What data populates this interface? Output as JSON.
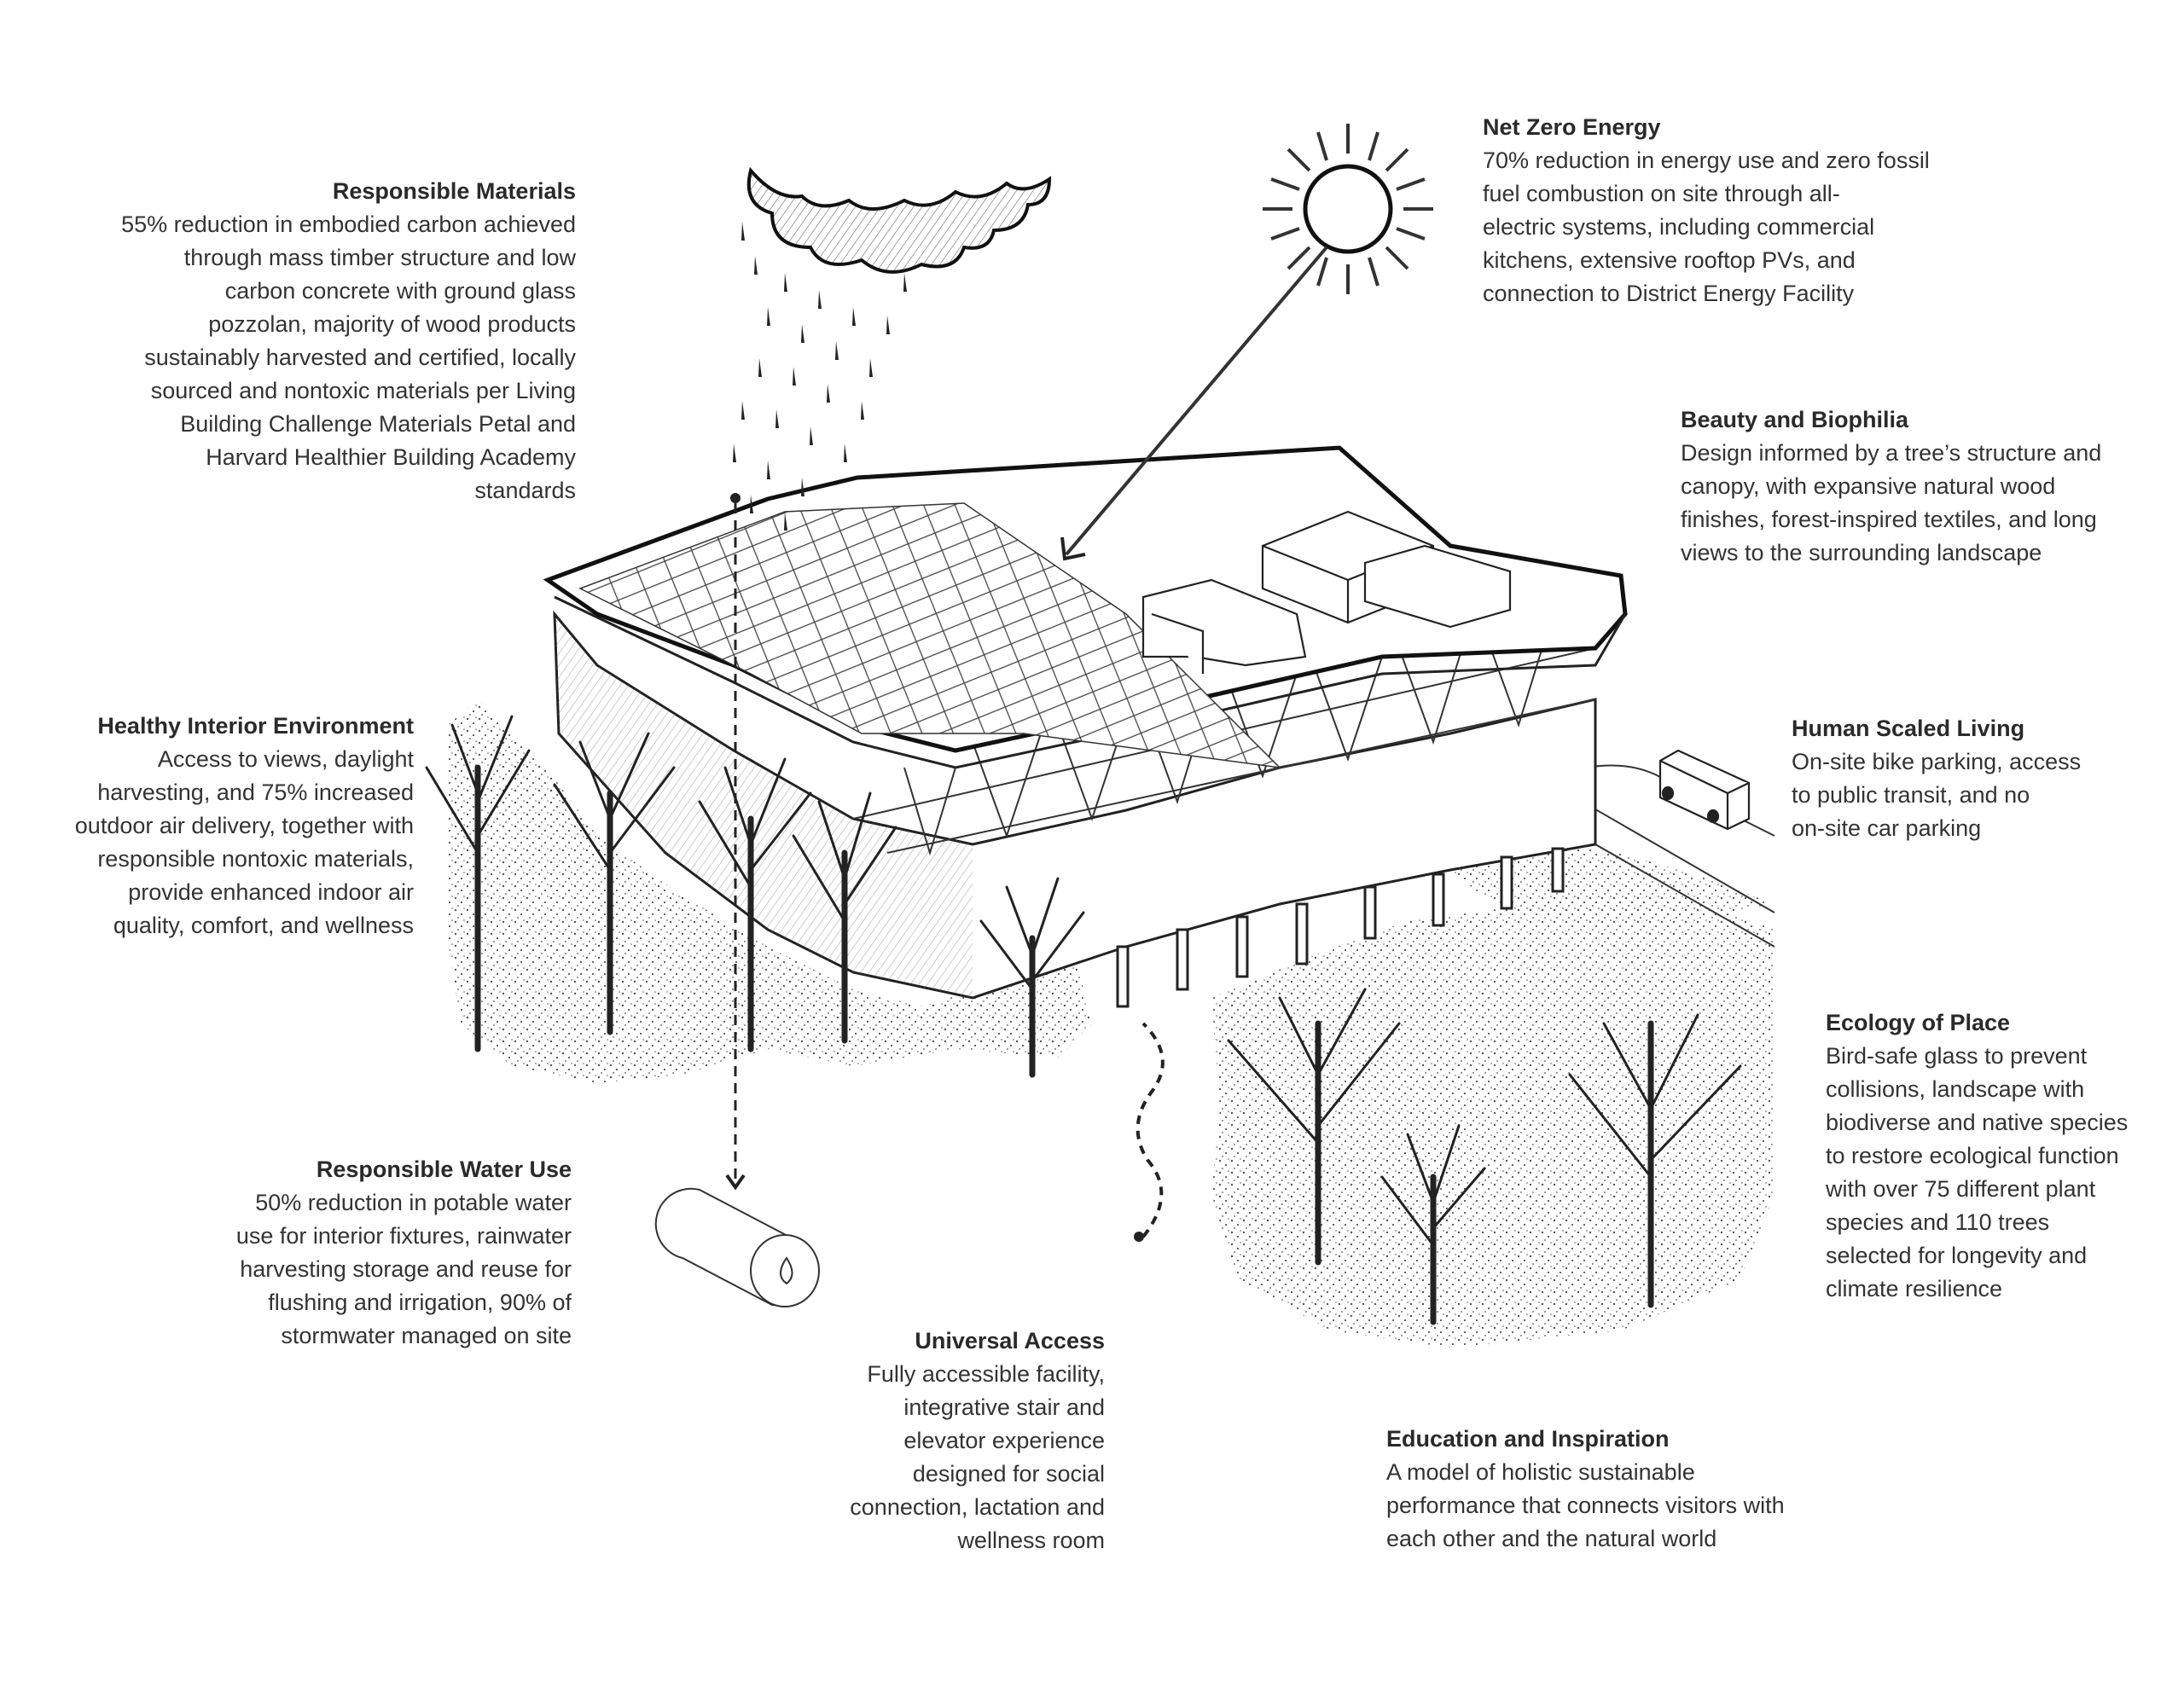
{
  "diagram": {
    "subject": "Isometric sustainability diagram of a mass timber building with site landscape",
    "annotations": [
      {
        "id": "responsible-materials",
        "title": "Responsible Materials",
        "text": "55% reduction in embodied carbon achieved\nthrough mass timber structure and low\ncarbon concrete with ground glass\npozzolan, majority of wood products\nsustainably harvested and certified, locally\nsourced and nontoxic materials per Living\nBuilding Challenge Materials Petal and\nHarvard Healthier Building Academy\nstandards"
      },
      {
        "id": "net-zero-energy",
        "title": "Net Zero Energy",
        "text": "70% reduction in energy use and zero fossil\nfuel combustion on site through all-\nelectric systems, including commercial\nkitchens, extensive rooftop PVs, and\nconnection to District Energy Facility"
      },
      {
        "id": "beauty-and-biophilia",
        "title": "Beauty and Biophilia",
        "text": "Design informed by a tree’s structure and\ncanopy, with expansive natural wood\nfinishes, forest-inspired textiles, and long\nviews to the surrounding landscape"
      },
      {
        "id": "healthy-interior-environment",
        "title": "Healthy Interior Environment",
        "text": "Access to views, daylight\nharvesting, and 75% increased\noutdoor air delivery, together with\nresponsible nontoxic materials,\nprovide enhanced indoor air\nquality, comfort, and wellness"
      },
      {
        "id": "human-scaled-living",
        "title": "Human Scaled Living",
        "text": "On-site bike parking, access\nto public transit, and no\non-site car parking"
      },
      {
        "id": "ecology-of-place",
        "title": "Ecology of Place",
        "text": "Bird-safe glass to prevent\ncollisions, landscape with\nbiodiverse and native species\nto restore ecological function\nwith over 75 different plant\nspecies and 110 trees\nselected for longevity and\nclimate resilience"
      },
      {
        "id": "responsible-water-use",
        "title": "Responsible Water Use",
        "text": "50% reduction in potable water\nuse for interior fixtures, rainwater\nharvesting storage and reuse for\nflushing and irrigation, 90% of\nstormwater managed on site"
      },
      {
        "id": "universal-access",
        "title": "Universal Access",
        "text": "Fully accessible facility,\nintegrative stair and\nelevator experience\ndesigned for social\nconnection, lactation and\nwellness room"
      },
      {
        "id": "education-and-inspiration",
        "title": "Education and Inspiration",
        "text": "A model of holistic sustainable\nperformance that connects visitors with\neach other and the natural world"
      }
    ],
    "icons": [
      "rain-cloud-icon",
      "sun-icon",
      "water-cistern-icon",
      "bus-icon"
    ],
    "colors": {
      "ink": "#222222",
      "text": "#333333",
      "background": "#ffffff",
      "stipple": "#555555"
    }
  }
}
